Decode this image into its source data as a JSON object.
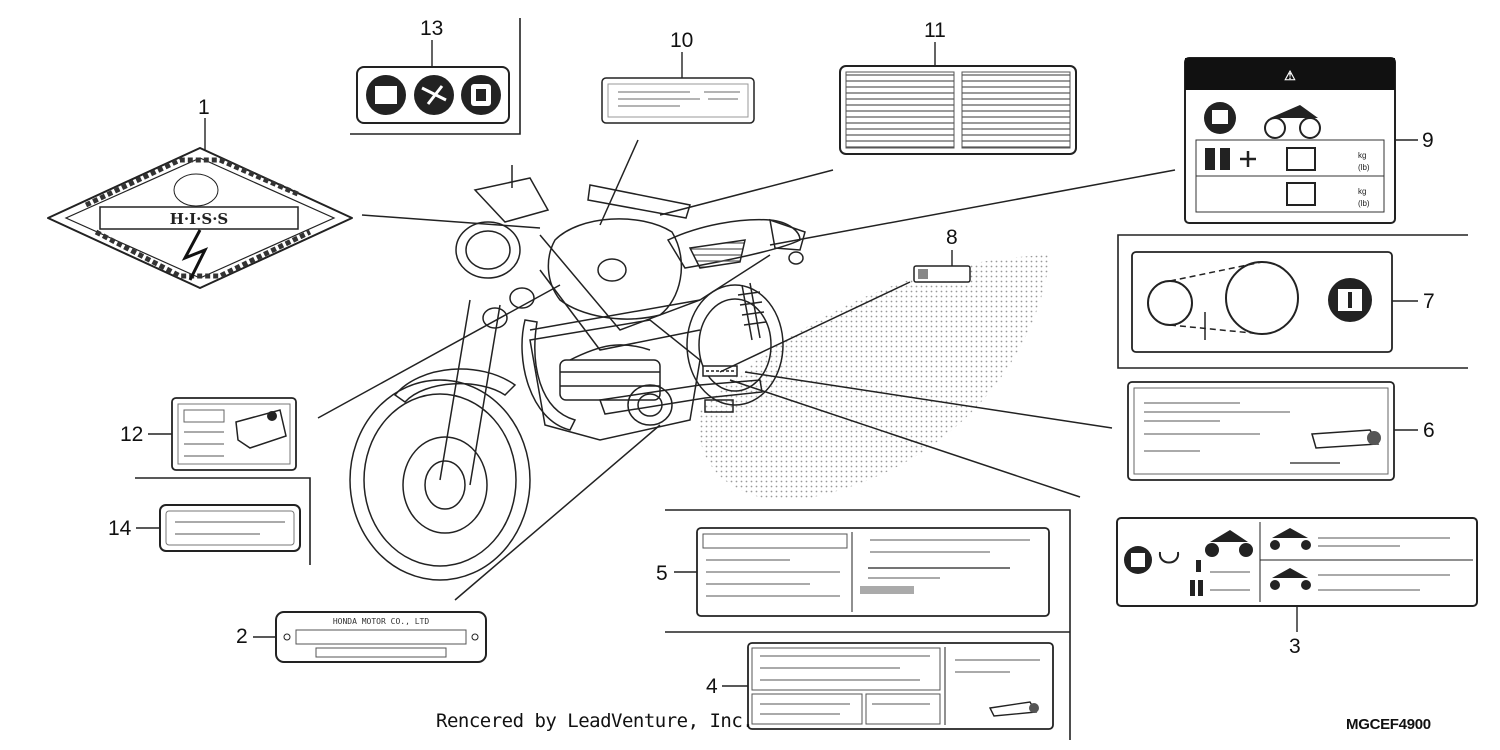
{
  "callouts": {
    "c1": "1",
    "c2": "2",
    "c3": "3",
    "c4": "4",
    "c5": "5",
    "c6": "6",
    "c7": "7",
    "c8": "8",
    "c9": "9",
    "c10": "10",
    "c11": "11",
    "c12": "12",
    "c13": "13",
    "c14": "14"
  },
  "label1": {
    "center": "H·I·S·S"
  },
  "label2": {
    "maker": "HONDA MOTOR CO., LTD"
  },
  "label9": {
    "warning_symbol": "⚠",
    "kg": "kg",
    "lb": "(lb)"
  },
  "footer": {
    "credit": "Rencered by LeadVenture, Inc.",
    "diagram_code": "MGCEF4900"
  },
  "colors": {
    "line": "#222222",
    "label_fill": "#f2f2f2",
    "dark_band": "#111111"
  }
}
